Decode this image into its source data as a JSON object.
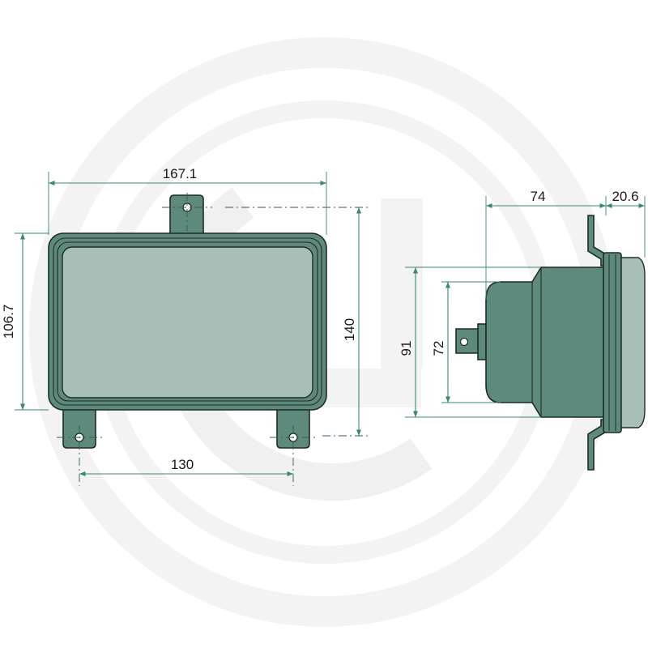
{
  "dimensions": {
    "front_width": "167.1",
    "front_height": "106.7",
    "front_total_height": "140",
    "front_mount_spacing": "130",
    "side_depth": "74",
    "side_lens_depth": "20.6",
    "side_outer_height": "91",
    "side_inner_height": "72"
  },
  "colors": {
    "housing": "#5d8a7c",
    "lens": "#a8bfb7",
    "dimension_line": "#3a8a6a",
    "outline": "#1e2b27",
    "watermark": "#f1f1f1"
  }
}
